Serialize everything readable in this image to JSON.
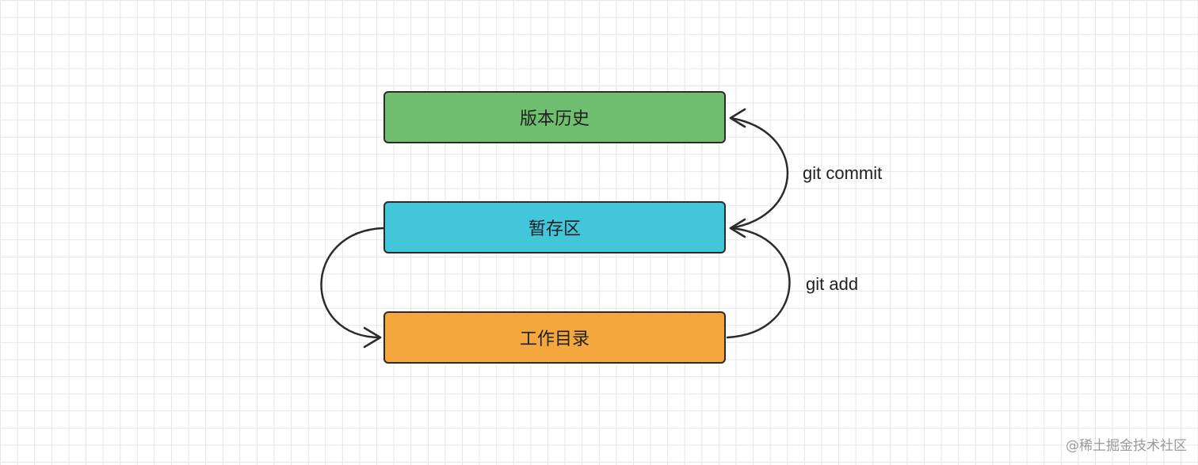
{
  "nodes": {
    "history": {
      "label": "版本历史",
      "color": "#70be70"
    },
    "staging": {
      "label": "暂存区",
      "color": "#42c6da"
    },
    "working": {
      "label": "工作目录",
      "color": "#f3a73d"
    }
  },
  "edges": {
    "commit": {
      "label": "git commit",
      "from": "暂存区",
      "to": "版本历史"
    },
    "add": {
      "label": "git add",
      "from": "工作目录",
      "to": "暂存区"
    },
    "checkout": {
      "label": "",
      "from": "暂存区",
      "to": "工作目录"
    }
  },
  "watermark": "@稀土掘金技术社区",
  "colors": {
    "border": "#2b2b2b",
    "grid": "#e6e6e6",
    "background": "#ffffff"
  }
}
